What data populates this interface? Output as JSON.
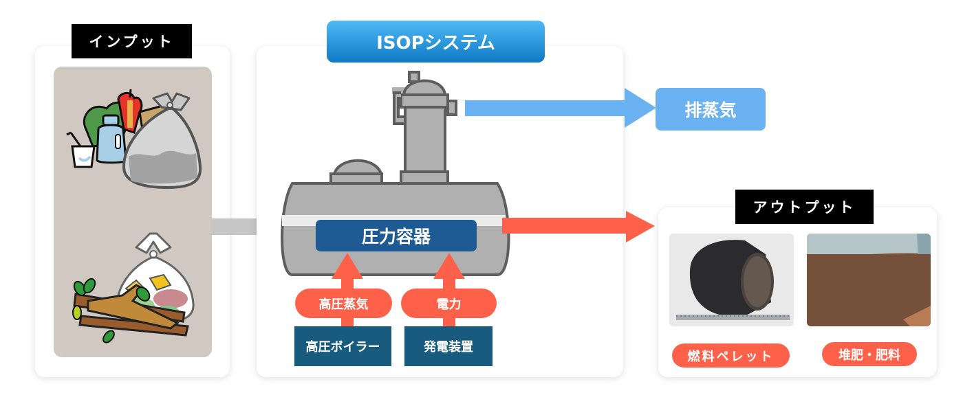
{
  "input": {
    "label": "インプット",
    "items": [
      "mixed-household-waste-illustration",
      "yard-waste-branches-illustration"
    ]
  },
  "system": {
    "title": "ISOPシステム",
    "vessel_label": "圧力容器",
    "inputs": [
      {
        "flow_label": "高圧蒸気",
        "source_label": "高圧ボイラー"
      },
      {
        "flow_label": "電力",
        "source_label": "発電装置"
      }
    ]
  },
  "exhaust": {
    "label": "排蒸気"
  },
  "output": {
    "label": "アウトプット",
    "products": [
      {
        "label": "燃料ペレット",
        "image": "fuel-pellet-photo"
      },
      {
        "label": "堆肥・肥料",
        "image": "compost-fertilizer-photo"
      }
    ]
  },
  "colors": {
    "accent_red": "#fe614a",
    "exhaust_blue": "#69b1f0",
    "title_blue": "#1a8fd8",
    "navy": "#195b7e",
    "vessel_blue": "#1e5a94",
    "gray_arrow": "#c6c6c6",
    "input_bg": "#d1c9c1"
  }
}
